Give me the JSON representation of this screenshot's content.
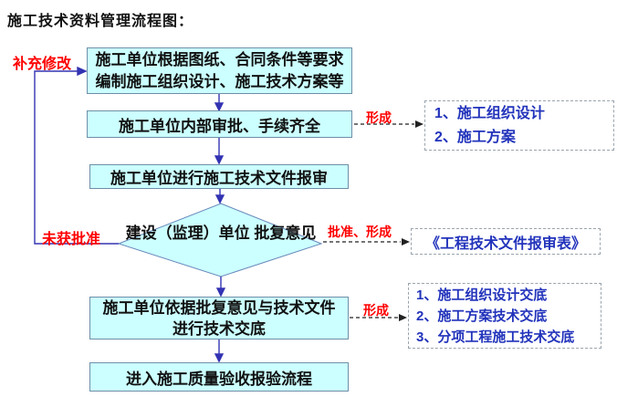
{
  "title": "施工技术资料管理流程图：",
  "colors": {
    "box_fill": "#ccffff",
    "box_border": "#6e8fa8",
    "solid_arrow": "#3333b3",
    "dashed_arrow": "#222222",
    "red_label": "#ff0000",
    "blue_text": "#2233bb",
    "dashed_border": "#9aa4ac"
  },
  "flow": {
    "box1": {
      "line1": "施工单位根据图纸、合同条件等要求",
      "line2": "编制施工组织设计、施工技术方案等"
    },
    "box2": {
      "label": "施工单位内部审批、手续齐全"
    },
    "box3": {
      "label": "施工单位进行施工技术文件报审"
    },
    "decision": {
      "line1": "建设（监理）单位",
      "line2": "批复意见"
    },
    "box4": {
      "line1": "施工单位依据批复意见与技术文件",
      "line2": "进行技术交底"
    },
    "box5": {
      "label": "进入施工质量验收报验流程"
    }
  },
  "labels": {
    "supplement_revise": "补充修改",
    "not_approved": "未获批准",
    "form_1": "形成",
    "approved_form": "批准、形成",
    "form_2": "形成"
  },
  "outputs": {
    "after_box2": {
      "items": [
        "1、施工组织设计",
        "2、施工方案"
      ]
    },
    "after_decision": {
      "label": "《工程技术文件报审表》"
    },
    "after_box4": {
      "items": [
        "1、施工组织设计交底",
        "2、施工方案技术交底",
        "3、分项工程施工技术交底"
      ]
    }
  }
}
